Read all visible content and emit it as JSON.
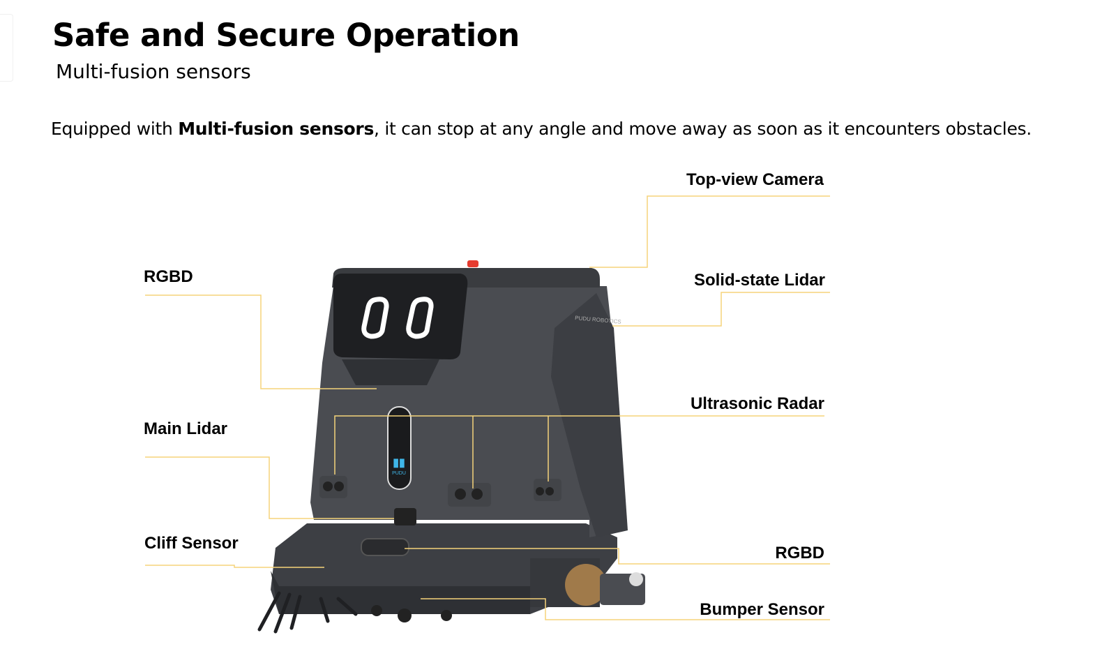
{
  "header": {
    "title": "Safe and Secure Operation",
    "subtitle": "Multi-fusion sensors"
  },
  "description": {
    "prefix": "Equipped with ",
    "emphasis": "Multi-fusion sensors",
    "suffix": ", it can stop at any angle and move away as soon as it encounters obstacles."
  },
  "labels": {
    "top_view_camera": "Top-view Camera",
    "solid_state_lidar": "Solid-state Lidar",
    "rgbd_top": "RGBD",
    "ultrasonic_radar": "Ultrasonic Radar",
    "main_lidar": "Main Lidar",
    "cliff_sensor": "Cliff Sensor",
    "rgbd_bottom": "RGBD",
    "bumper_sensor": "Bumper Sensor"
  },
  "robot": {
    "brand_logo_text": "PUDU ROBOTICS",
    "front_logo_text": "PUDU"
  },
  "colors": {
    "leader_line": "#f5d37a",
    "robot_body": "#4a4c51",
    "robot_dark": "#2e3034",
    "accent_blue": "#3fb6e8",
    "indicator_red": "#e53b2f"
  }
}
